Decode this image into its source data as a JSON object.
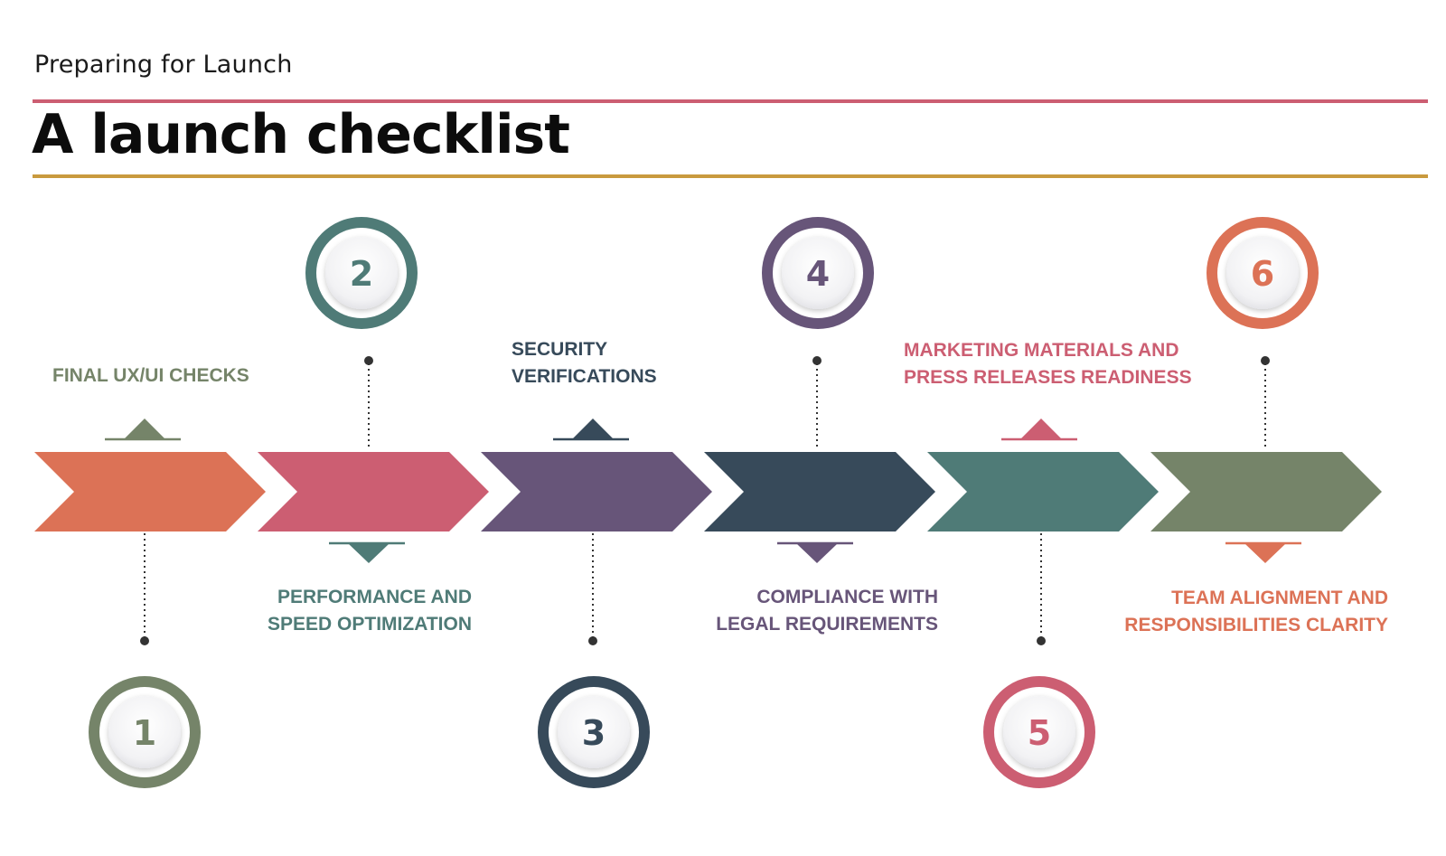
{
  "header": {
    "subtitle": "Preparing for Launch",
    "title": "A launch checklist"
  },
  "colors": {
    "rule_top": "#cc5e72",
    "rule_bottom": "#c99a3e",
    "orange": "#dc7256",
    "pink": "#cc5e72",
    "purple": "#675579",
    "navy": "#374a5a",
    "teal": "#4f7b77",
    "olive": "#758469",
    "circle_face": "#f4f4f6"
  },
  "steps": [
    {
      "number": "1",
      "label_lines": [
        "FINAL UX/UI CHECKS"
      ],
      "circle_color": "#758469",
      "label_color": "#758469",
      "chevron_color": "#dc7256"
    },
    {
      "number": "2",
      "label_lines": [
        "PERFORMANCE AND",
        "SPEED OPTIMIZATION"
      ],
      "circle_color": "#4f7b77",
      "label_color": "#4f7b77",
      "chevron_color": "#cc5e72"
    },
    {
      "number": "3",
      "label_lines": [
        "SECURITY",
        "VERIFICATIONS"
      ],
      "circle_color": "#374a5a",
      "label_color": "#374a5a",
      "chevron_color": "#675579"
    },
    {
      "number": "4",
      "label_lines": [
        "COMPLIANCE WITH",
        "LEGAL REQUIREMENTS"
      ],
      "circle_color": "#675579",
      "label_color": "#675579",
      "chevron_color": "#374a5a"
    },
    {
      "number": "5",
      "label_lines": [
        "MARKETING MATERIALS AND",
        "PRESS RELEASES READINESS"
      ],
      "circle_color": "#cc5e72",
      "label_color": "#cc5e72",
      "chevron_color": "#4f7b77"
    },
    {
      "number": "6",
      "label_lines": [
        "TEAM ALIGNMENT AND",
        "RESPONSIBILITIES CLARITY"
      ],
      "circle_color": "#dc7256",
      "label_color": "#dc7256",
      "chevron_color": "#758469"
    }
  ]
}
